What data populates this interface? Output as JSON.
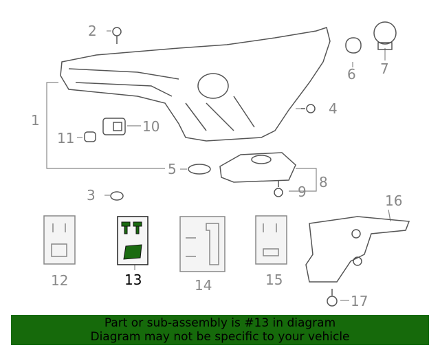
{
  "callouts": [
    "1",
    "2",
    "3",
    "4",
    "5",
    "6",
    "7",
    "8",
    "9",
    "10",
    "11",
    "12",
    "13",
    "14",
    "15",
    "16",
    "17"
  ],
  "selected_callout": "13",
  "banner": {
    "line1": "Part or sub-assembly is #13 in diagram",
    "line2": "Diagram may not be specific to your vehicle"
  },
  "colors": {
    "highlight": "#1a6b10",
    "banner": "#166a0b",
    "line": "#888888"
  }
}
